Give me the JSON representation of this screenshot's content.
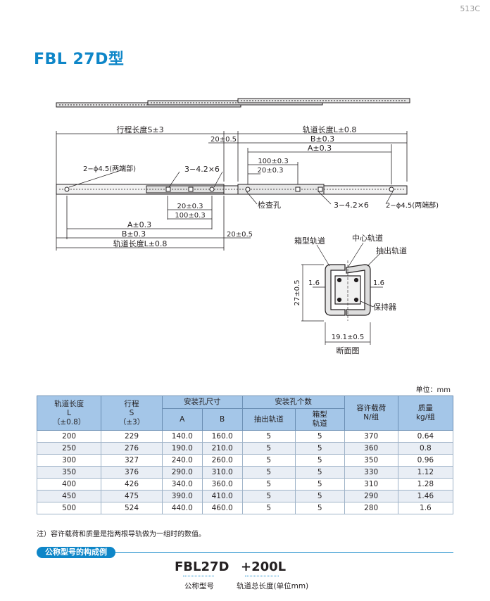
{
  "page_code": "513C",
  "title": "FBL 27D型",
  "drawing": {
    "side": {
      "stroke_label": "行程长度S±3",
      "rail_length_top": "轨道长度L±0.8",
      "dim_20_right": "20±0.5",
      "b_top": "B±0.3",
      "a_top": "A±0.3",
      "dim_100_top": "100±0.3",
      "dim_20_top": "20±0.3",
      "holes_left": "2−ϕ4.5(两端部)",
      "holes_mid_top": "3−4.2×6",
      "dim_20_bottom": "20±0.3",
      "dim_100_bottom": "100±0.3",
      "inspection_hole": "检查孔",
      "holes_mid_bottom": "3−4.2×6",
      "holes_right": "2−ϕ4.5(两端部)",
      "a_bottom": "A±0.3",
      "b_bottom": "B±0.3",
      "rail_length_bottom": "轨道长度L±0.8",
      "dim_20_left": "20±0.5"
    },
    "section": {
      "outer_rail": "箱型轨道",
      "center_rail": "中心轨道",
      "inner_rail": "抽出轨道",
      "height": "27±0.5",
      "gap_left": "1.6",
      "gap_right": "1.6",
      "retainer": "保持器",
      "width": "19.1±0.5",
      "caption": "断面图"
    }
  },
  "unit": "单位：mm",
  "table": {
    "headers": {
      "rail_length": "轨道长度",
      "rail_length_sym": "L",
      "rail_length_tol": "（±0.8）",
      "stroke": "行程",
      "stroke_sym": "S",
      "stroke_tol": "（±3）",
      "hole_dim": "安装孔尺寸",
      "a": "A",
      "b": "B",
      "hole_count": "安装孔个数",
      "inner": "抽出轨道",
      "box1": "箱型",
      "box2": "轨道",
      "load1": "容许载荷",
      "load2": "N/组",
      "mass1": "质量",
      "mass2": "kg/组"
    },
    "rows": [
      [
        "200",
        "229",
        "140.0",
        "160.0",
        "5",
        "5",
        "370",
        "0.64"
      ],
      [
        "250",
        "276",
        "190.0",
        "210.0",
        "5",
        "5",
        "360",
        "0.8"
      ],
      [
        "300",
        "327",
        "240.0",
        "260.0",
        "5",
        "5",
        "350",
        "0.96"
      ],
      [
        "350",
        "376",
        "290.0",
        "310.0",
        "5",
        "5",
        "330",
        "1.12"
      ],
      [
        "400",
        "426",
        "340.0",
        "360.0",
        "5",
        "5",
        "310",
        "1.28"
      ],
      [
        "450",
        "475",
        "390.0",
        "410.0",
        "5",
        "5",
        "290",
        "1.46"
      ],
      [
        "500",
        "524",
        "440.0",
        "460.0",
        "5",
        "5",
        "280",
        "1.6"
      ]
    ]
  },
  "note": "注）容许载荷和质量是指两根导轨做为一组时的数值。",
  "example": {
    "heading": "公称型号的构成例",
    "model": "FBL27D",
    "length": "+200L",
    "model_label": "公称型号",
    "length_label": "轨道总长度(单位mm)"
  }
}
